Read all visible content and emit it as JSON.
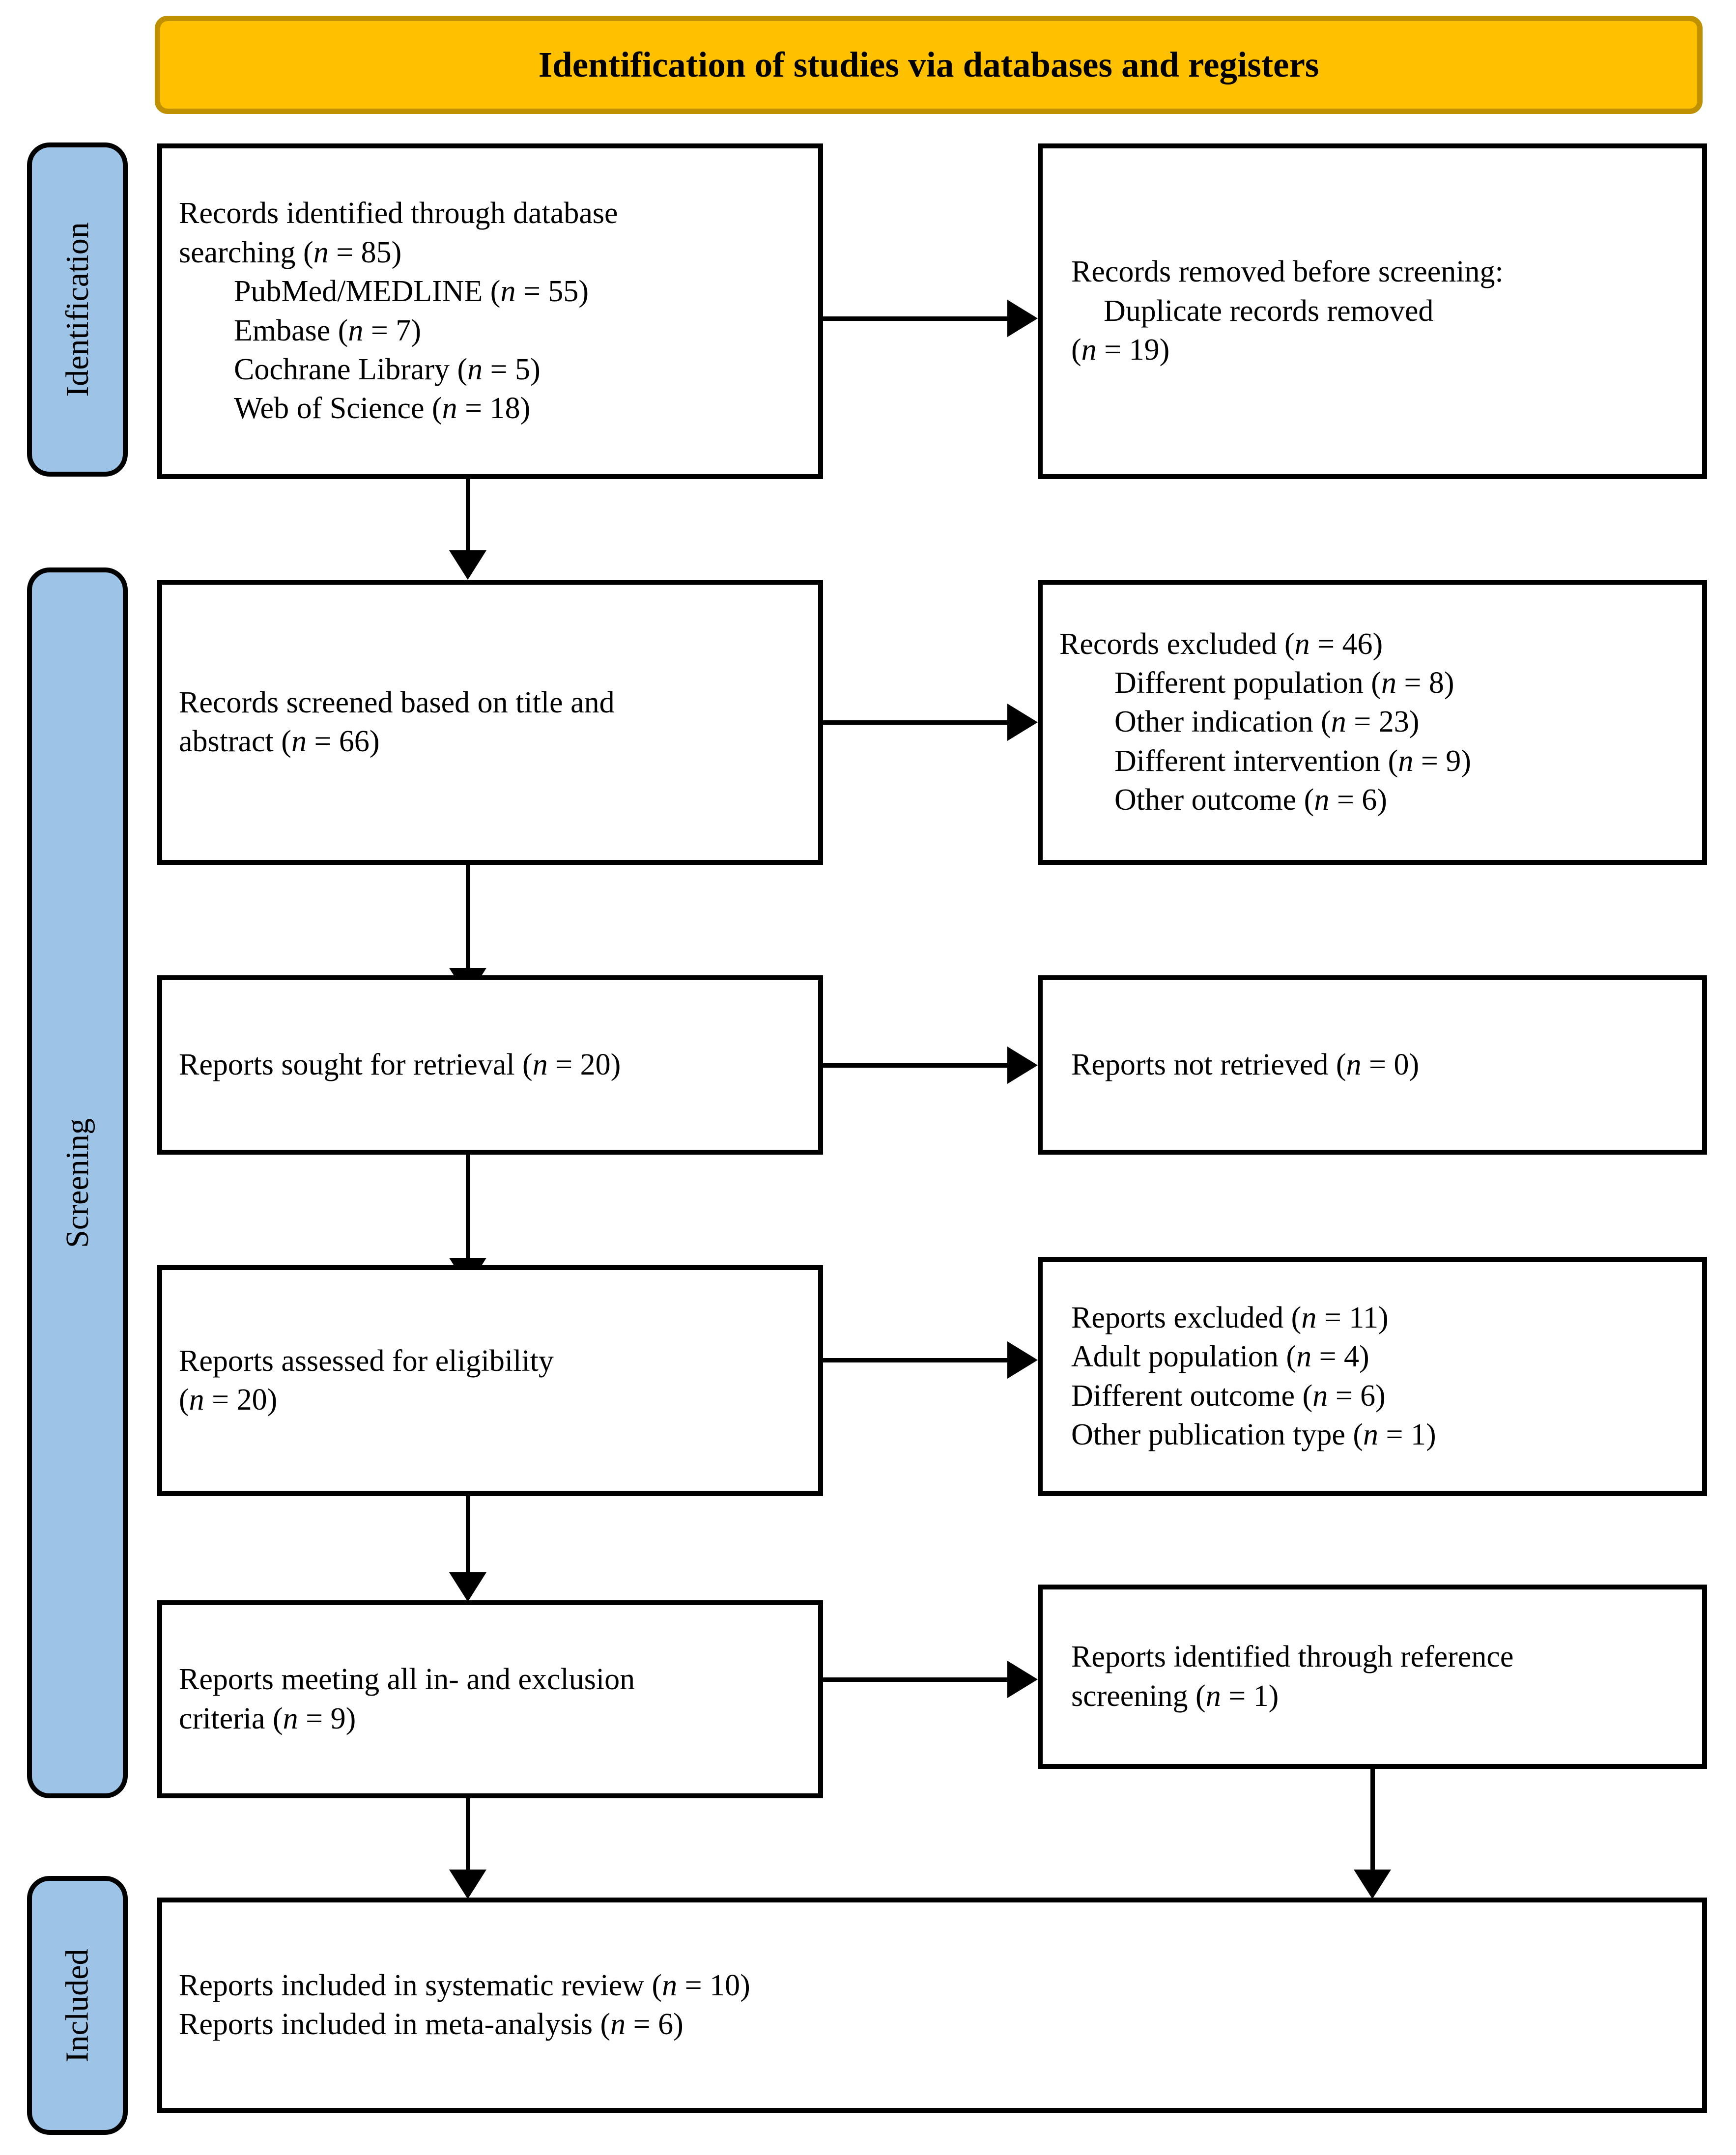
{
  "header": {
    "title": "Identification of studies via databases and registers",
    "fill_color": "#FFC000",
    "border_color": "#BF9000"
  },
  "stages": {
    "identification": "Identification",
    "screening": "Screening",
    "included": "Included",
    "fill_color": "#9DC3E6"
  },
  "boxes": {
    "records_identified": {
      "line1": "Records identified through database",
      "line2_pre": "searching (",
      "line2_n": "n",
      "line2_post": " = 85)",
      "sources": [
        {
          "pre": "PubMed/MEDLINE (",
          "n": "n",
          "post": " = 55)"
        },
        {
          "pre": "Embase (",
          "n": "n",
          "post": " = 7)"
        },
        {
          "pre": "Cochrane Library (",
          "n": "n",
          "post": " = 5)"
        },
        {
          "pre": "Web of Science (",
          "n": "n",
          "post": " = 18)"
        }
      ]
    },
    "records_removed": {
      "line1": "Records removed before screening:",
      "line2": "Duplicate records removed",
      "line3_pre": "(",
      "line3_n": "n",
      "line3_post": " = 19)"
    },
    "records_screened": {
      "line1": "Records screened based on title and",
      "line2_pre": "abstract (",
      "line2_n": "n",
      "line2_post": " = 66)"
    },
    "records_excluded": {
      "heading_pre": "Records excluded (",
      "heading_n": "n",
      "heading_post": " = 46)",
      "reasons": [
        {
          "pre": "Different population (",
          "n": "n",
          "post": " = 8)"
        },
        {
          "pre": "Other indication (",
          "n": "n",
          "post": " = 23)"
        },
        {
          "pre": "Different intervention (",
          "n": "n",
          "post": " = 9)"
        },
        {
          "pre": "Other outcome (",
          "n": "n",
          "post": " = 6)"
        }
      ]
    },
    "reports_sought": {
      "line1_pre": "Reports sought for retrieval (",
      "line1_n": "n",
      "line1_post": " = 20)"
    },
    "reports_not_retrieved": {
      "line1_pre": "Reports not retrieved (",
      "line1_n": "n",
      "line1_post": " = 0)"
    },
    "reports_assessed": {
      "line1": "Reports assessed for eligibility",
      "line2_pre": "(",
      "line2_n": "n",
      "line2_post": " = 20)"
    },
    "reports_excluded": {
      "heading_pre": "Reports excluded (",
      "heading_n": "n",
      "heading_post": " = 11)",
      "reasons": [
        {
          "pre": "Adult population (",
          "n": "n",
          "post": " = 4)"
        },
        {
          "pre": "Different outcome (",
          "n": "n",
          "post": " = 6)"
        },
        {
          "pre": "Other publication type (",
          "n": "n",
          "post": " = 1)"
        }
      ]
    },
    "reports_meeting": {
      "line1": "Reports meeting all in- and exclusion",
      "line2_pre": "criteria (",
      "line2_n": "n",
      "line2_post": " = 9)"
    },
    "reports_reference": {
      "line1": "Reports identified through reference",
      "line2_pre": "screening (",
      "line2_n": "n",
      "line2_post": " = 1)"
    },
    "reports_included": {
      "line1_pre": "Reports included in systematic review (",
      "line1_n": "n",
      "line1_post": " = 10)",
      "line2_pre": "Reports included in meta-analysis (",
      "line2_n": "n",
      "line2_post": " = 6)"
    }
  }
}
